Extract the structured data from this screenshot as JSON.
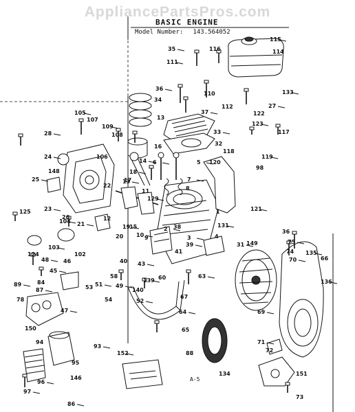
{
  "watermark": "AppliancePartsPros.com",
  "title": "BASIC ENGINE",
  "model_label": "Model Number:",
  "model_number": "143.564052",
  "sheet_number": "A-5",
  "part_labels": [
    "115",
    "114",
    "35",
    "116",
    "111",
    "110",
    "36",
    "34",
    "37",
    "13",
    "133",
    "112",
    "27",
    "122",
    "123",
    "117",
    "105",
    "107",
    "109",
    "108",
    "28",
    "106",
    "14",
    "16",
    "33",
    "32",
    "24",
    "118",
    "119",
    "98",
    "6",
    "120",
    "5",
    "148",
    "18",
    "17",
    "25",
    "22",
    "13",
    "11",
    "23",
    "26",
    "7",
    "8",
    "129",
    "1",
    "121",
    "125",
    "104",
    "12",
    "21",
    "15",
    "10",
    "9",
    "2",
    "38",
    "131",
    "124",
    "103",
    "102",
    "19",
    "20",
    "3",
    "4",
    "39",
    "41",
    "31",
    "149",
    "135",
    "40",
    "43",
    "36",
    "75",
    "74",
    "70",
    "66",
    "48",
    "46",
    "45",
    "84",
    "87",
    "88",
    "89",
    "58",
    "51",
    "53",
    "49",
    "54",
    "139",
    "140",
    "52",
    "60",
    "63",
    "67",
    "136",
    "78",
    "47",
    "150",
    "64",
    "65",
    "69",
    "94",
    "93",
    "95",
    "86",
    "134",
    "71",
    "72",
    "152",
    "151",
    "96",
    "146",
    "97",
    "73"
  ]
}
